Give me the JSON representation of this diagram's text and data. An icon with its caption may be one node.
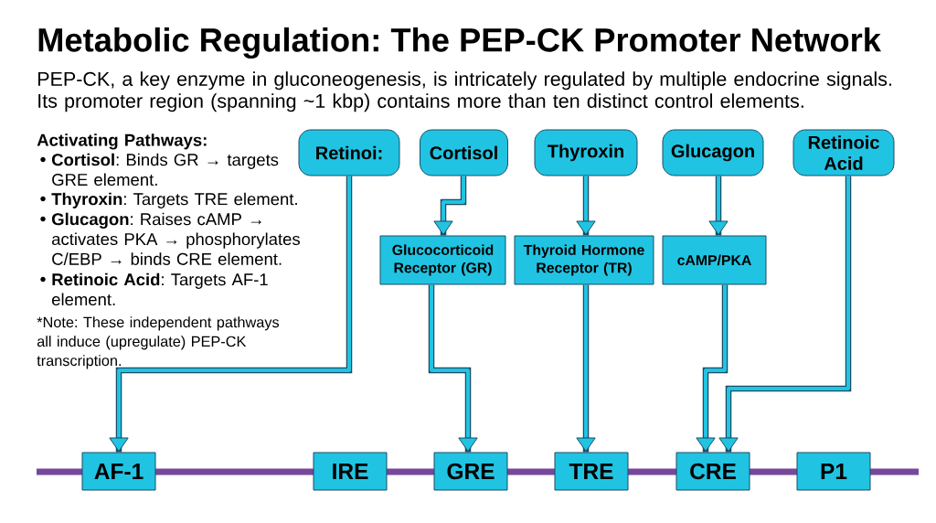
{
  "diagram": {
    "title": "Metabolic Regulation: The PEP-CK Promoter Network",
    "nodes": [
      {
        "text": [
          "Retinoi:"
        ]
      },
      {
        "text": [
          "Cortisol"
        ]
      },
      {
        "text": [
          "Thyroxin"
        ]
      },
      {
        "text": [
          "Glucagon"
        ]
      },
      {
        "text": [
          "Retinoic Acid"
        ]
      },
      {
        "text": [
          "Glucocorticoid Receptor (GR)"
        ]
      },
      {
        "text": [
          "Thyroid Hormone Receptor (TR)"
        ]
      },
      {
        "text": [
          "cAMP/PKA"
        ]
      },
      {
        "text": [
          "AF-1"
        ]
      },
      {
        "text": [
          "IRE"
        ]
      },
      {
        "text": [
          "GRE"
        ]
      },
      {
        "text": [
          "TRE"
        ]
      },
      {
        "text": [
          "CRE"
        ]
      },
      {
        "text": [
          "P1"
        ]
      }
    ],
    "edges": [
      {
        "from": 0,
        "to": 8,
        "arrow": "to"
      },
      {
        "from": 1,
        "to": 5,
        "arrow": "to"
      },
      {
        "from": 2,
        "to": 6,
        "arrow": "to"
      },
      {
        "from": 3,
        "to": 7,
        "arrow": "to"
      },
      {
        "from": 4,
        "to": 12,
        "arrow": "to"
      },
      {
        "from": 5,
        "to": 10,
        "arrow": "to"
      },
      {
        "from": 6,
        "to": 11,
        "arrow": "to"
      },
      {
        "from": 7,
        "to": 12,
        "arrow": "to"
      }
    ],
    "labels": [
      "PEP-CK, a key enzyme in gluconeogenesis, is intricately regulated by multiple endocrine signals. Its promoter region (spanning ~1 kbp) contains more than ten distinct control elements.",
      "Activating Pathways:",
      "**Cortisol**: Binds GR → targets GRE element.",
      "**Thyroxin**: Targets TRE element.",
      "**Glucagon**: Raises cAMP → activates PKA → phosphorylates C/EBP → binds CRE element.",
      "**Retinoic Acid**: Targets AF-1 element.",
      "*Note: These independent pathways all induce (upregulate) PEP-CK transcription."
    ]
  }
}
